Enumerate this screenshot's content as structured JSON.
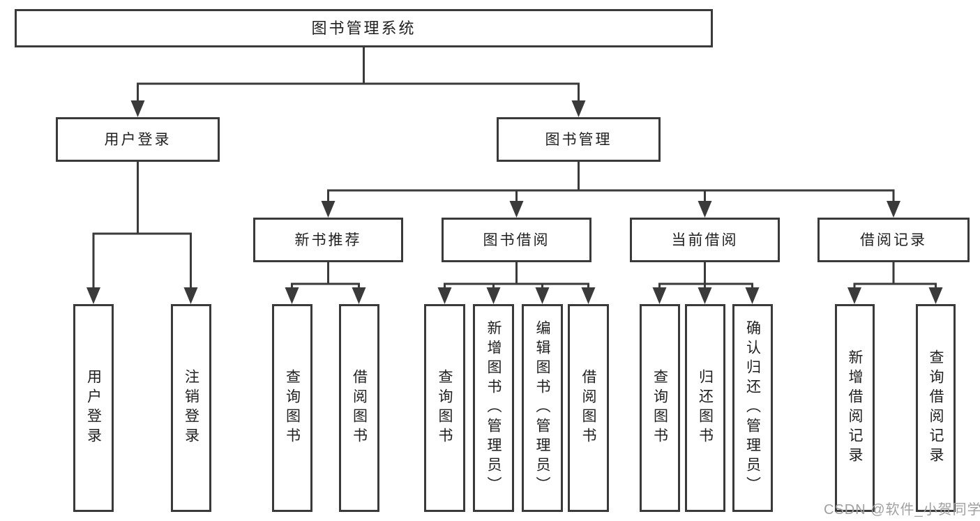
{
  "colors": {
    "line": "#3a3a3a",
    "text": "#1f1f1f",
    "watermark": "#a0a0a0",
    "background": "#ffffff"
  },
  "nodes": {
    "root": "图书管理系统",
    "user_login": "用户登录",
    "book_management": "图书管理",
    "new_book_recommend": "新书推荐",
    "book_borrowing": "图书借阅",
    "current_borrowing": "当前借阅",
    "borrowing_records": "借阅记录",
    "leaf_user_login": "用户登录",
    "leaf_logout": "注销登录",
    "leaf_rec_query_books": "查询图书",
    "leaf_rec_borrow_books": "借阅图书",
    "leaf_bb_query_books": "查询图书",
    "leaf_bb_add_books": "新增图书（管理员）",
    "leaf_bb_edit_books": "编辑图书（管理员）",
    "leaf_bb_borrow_books": "借阅图书",
    "leaf_cb_query_books": "查询图书",
    "leaf_cb_return_books": "归还图书",
    "leaf_cb_confirm_return": "确认归还（管理员）",
    "leaf_br_add_record": "新增借阅记录",
    "leaf_br_query_record": "查询借阅记录"
  },
  "watermark": "CSDN @软件_小贺同学"
}
